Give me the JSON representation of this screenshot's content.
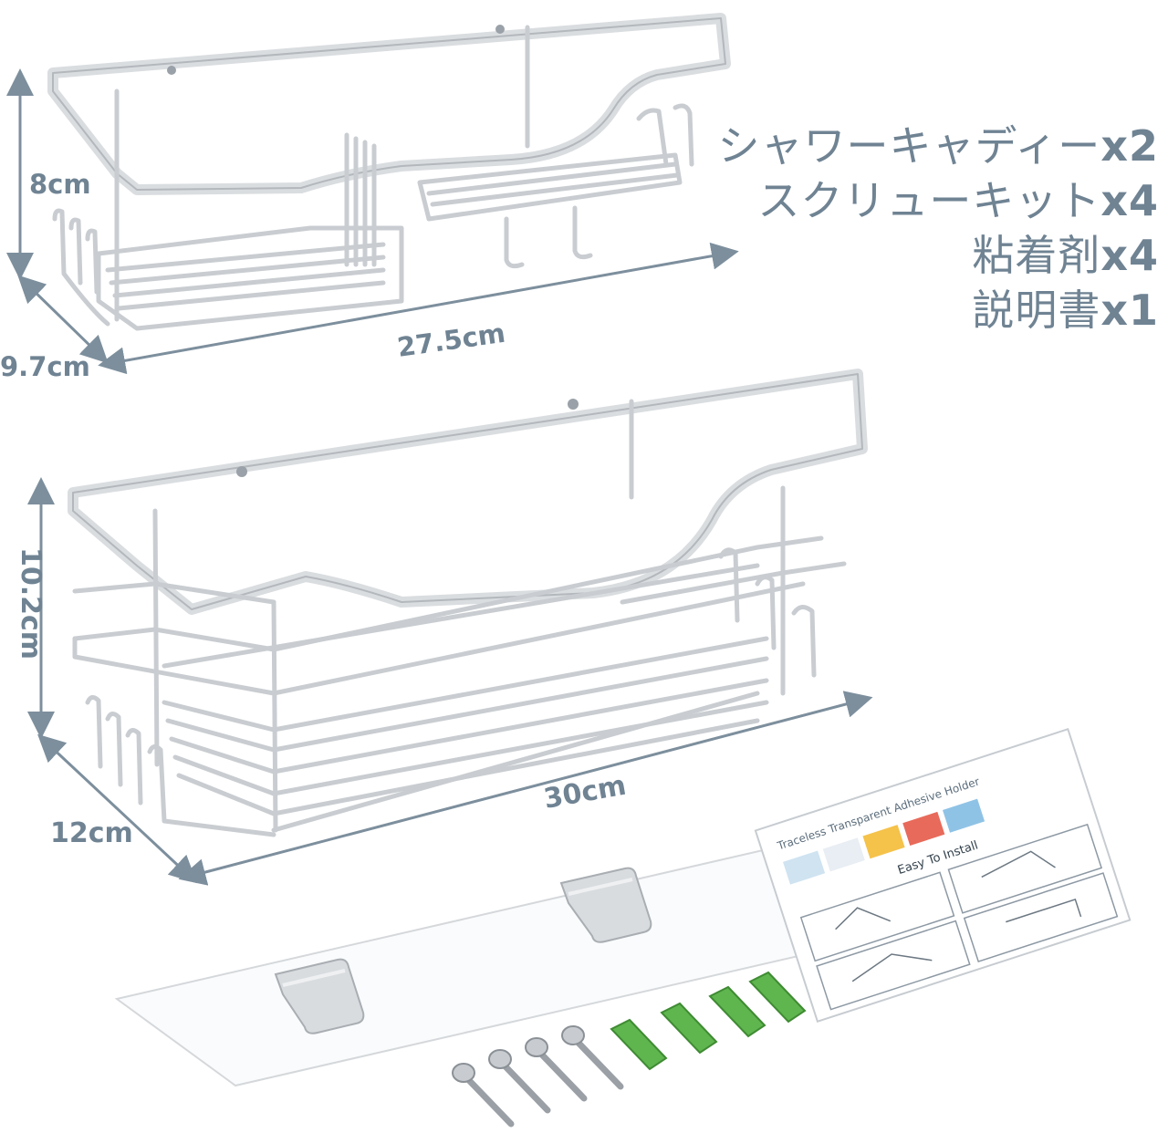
{
  "contents": [
    {
      "name": "シャワーキャディー",
      "qty": "x2"
    },
    {
      "name": "スクリューキット",
      "qty": "x4"
    },
    {
      "name": "粘着剤",
      "qty": "x4"
    },
    {
      "name": "説明書",
      "qty": "x1"
    }
  ],
  "small_caddy": {
    "height": "8cm",
    "depth": "9.7cm",
    "width": "27.5cm"
  },
  "large_caddy": {
    "height": "10.2cm",
    "depth": "12cm",
    "width": "30cm"
  },
  "manual": {
    "title": "Traceless Transparent Adhesive Holder",
    "subtitle": "Easy To Install"
  },
  "accent_color": "#6f8393"
}
